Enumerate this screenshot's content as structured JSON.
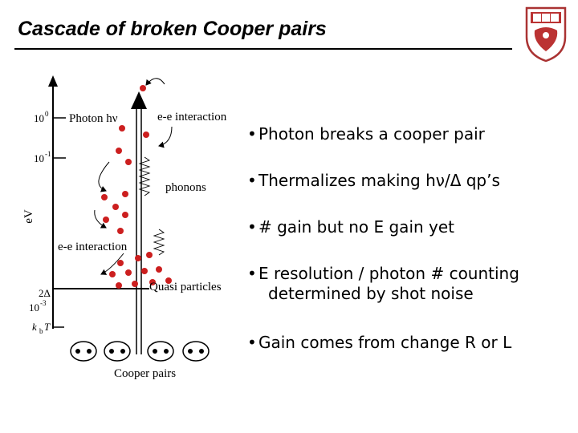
{
  "slide": {
    "title": "Cascade of broken Cooper pairs"
  },
  "diagram": {
    "axis_label": "eV",
    "tick_labels": [
      "10",
      "0",
      "10",
      "-1",
      "10",
      "-3",
      "k",
      "b",
      "T"
    ],
    "level_label_2delta": "2Δ",
    "photon_label": "Photon hν",
    "labels": {
      "ee_top": "e-e interaction",
      "phonons": "phonons",
      "ee_left": "e-e interaction",
      "quasi": "Quasi particles",
      "cooper": "Cooper pairs"
    },
    "colors": {
      "particle": "#cc1f1f",
      "line": "#000000"
    }
  },
  "bullets": [
    {
      "mark": "•",
      "text": "Photon breaks a cooper pair"
    },
    {
      "mark": "•",
      "text": "Thermalizes making hν/Δ qp’s"
    },
    {
      "mark": "•",
      "text": "# gain but no E gain yet"
    },
    {
      "mark": "•",
      "line1": "E resolution / photon # counting",
      "line2": "determined by shot noise"
    },
    {
      "mark": "•",
      "text": "Gain comes from change R or L"
    }
  ],
  "logo": {
    "name": "university-seal-icon"
  }
}
